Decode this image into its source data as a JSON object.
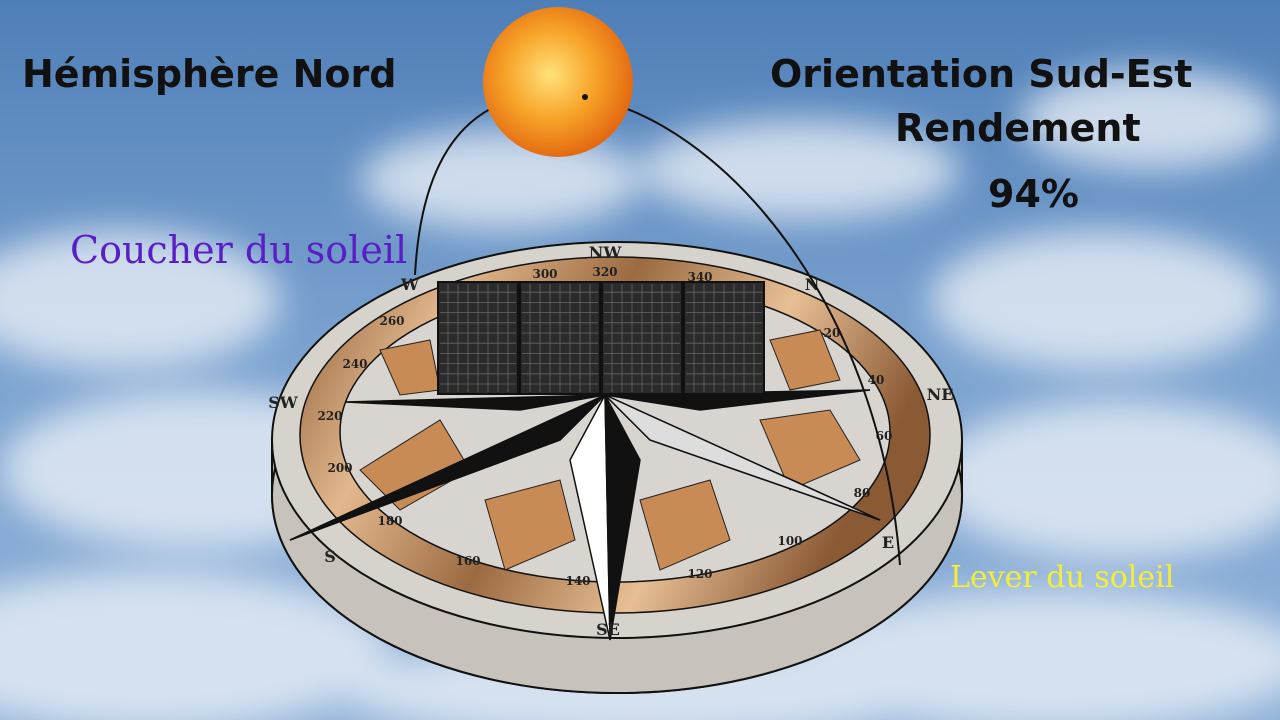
{
  "headings": {
    "hemisphere": "Hémisphère Nord",
    "orientation": "Orientation Sud-Est",
    "yield_label": "Rendement",
    "yield_value": "94%"
  },
  "labels": {
    "sunset": "Coucher du soleil",
    "sunrise": "Lever du soleil"
  },
  "compass": {
    "directions": [
      "NW",
      "NE",
      "SE",
      "SW",
      "N",
      "E",
      "S",
      "W"
    ],
    "degrees": [
      "300",
      "320",
      "340",
      "20",
      "40",
      "60",
      "80",
      "100",
      "120",
      "140",
      "160",
      "180",
      "200",
      "220",
      "240",
      "260"
    ]
  },
  "colors": {
    "sky": "#5f8fc4",
    "sunset_text": "#5a1fc4",
    "sunrise_text": "#f2ee3a",
    "ring": "#b27a4a",
    "sun": "#f39a1c"
  }
}
